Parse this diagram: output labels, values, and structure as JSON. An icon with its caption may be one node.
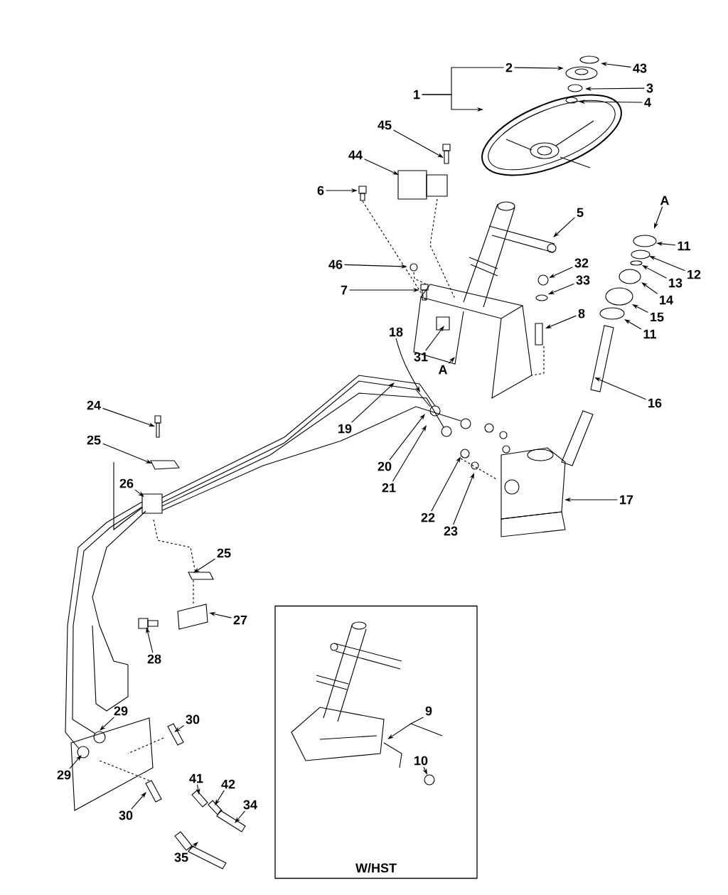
{
  "diagram": {
    "nodes": [
      {
        "text": [
          "1"
        ]
      },
      {
        "text": [
          "2"
        ]
      },
      {
        "text": [
          "43"
        ]
      },
      {
        "text": [
          "3"
        ]
      },
      {
        "text": [
          "4"
        ]
      },
      {
        "text": [
          "45"
        ]
      },
      {
        "text": [
          "44"
        ]
      },
      {
        "text": [
          "6"
        ]
      },
      {
        "text": [
          "5"
        ]
      },
      {
        "text": [
          "A"
        ]
      },
      {
        "text": [
          "11"
        ]
      },
      {
        "text": [
          "12"
        ]
      },
      {
        "text": [
          "13"
        ]
      },
      {
        "text": [
          "14"
        ]
      },
      {
        "text": [
          "15"
        ]
      },
      {
        "text": [
          "11"
        ]
      },
      {
        "text": [
          "46"
        ]
      },
      {
        "text": [
          "32"
        ]
      },
      {
        "text": [
          "33"
        ]
      },
      {
        "text": [
          "7"
        ]
      },
      {
        "text": [
          "8"
        ]
      },
      {
        "text": [
          "31"
        ]
      },
      {
        "text": [
          "18"
        ]
      },
      {
        "text": [
          "A"
        ]
      },
      {
        "text": [
          "16"
        ]
      },
      {
        "text": [
          "24"
        ]
      },
      {
        "text": [
          "19"
        ]
      },
      {
        "text": [
          "25"
        ]
      },
      {
        "text": [
          "20"
        ]
      },
      {
        "text": [
          "21"
        ]
      },
      {
        "text": [
          "26"
        ]
      },
      {
        "text": [
          "22"
        ]
      },
      {
        "text": [
          "23"
        ]
      },
      {
        "text": [
          "17"
        ]
      },
      {
        "text": [
          "25"
        ]
      },
      {
        "text": [
          "27"
        ]
      },
      {
        "text": [
          "28"
        ]
      },
      {
        "text": [
          "29"
        ]
      },
      {
        "text": [
          "29"
        ]
      },
      {
        "text": [
          "30"
        ]
      },
      {
        "text": [
          "30"
        ]
      },
      {
        "text": [
          "41"
        ]
      },
      {
        "text": [
          "42"
        ]
      },
      {
        "text": [
          "34"
        ]
      },
      {
        "text": [
          "35"
        ]
      },
      {
        "text": [
          "W/HST"
        ]
      },
      {
        "text": [
          "9"
        ],
        "in": 45
      },
      {
        "text": [
          "10"
        ],
        "in": 45
      }
    ],
    "edges": [
      {
        "from": 0,
        "to": null,
        "arrow": "to"
      },
      {
        "from": 1,
        "to": null,
        "arrow": "to"
      },
      {
        "from": 2,
        "to": null,
        "arrow": "to"
      },
      {
        "from": 3,
        "to": null,
        "arrow": "to"
      },
      {
        "from": 4,
        "to": null,
        "arrow": "to"
      },
      {
        "from": 5,
        "to": null,
        "arrow": "to"
      },
      {
        "from": 6,
        "to": null,
        "arrow": "to"
      },
      {
        "from": 7,
        "to": null,
        "arrow": "to"
      },
      {
        "from": 8,
        "to": null,
        "arrow": "to"
      },
      {
        "from": 9,
        "to": null,
        "arrow": "to"
      },
      {
        "from": 10,
        "to": null,
        "arrow": "to"
      },
      {
        "from": 11,
        "to": null,
        "arrow": "to"
      },
      {
        "from": 12,
        "to": null,
        "arrow": "to"
      },
      {
        "from": 13,
        "to": null,
        "arrow": "to"
      },
      {
        "from": 14,
        "to": null,
        "arrow": "to"
      },
      {
        "from": 15,
        "to": null,
        "arrow": "to"
      },
      {
        "from": 16,
        "to": null,
        "arrow": "to"
      },
      {
        "from": 17,
        "to": null,
        "arrow": "to"
      },
      {
        "from": 18,
        "to": null,
        "arrow": "to"
      },
      {
        "from": 19,
        "to": null,
        "arrow": "to"
      },
      {
        "from": 20,
        "to": null,
        "arrow": "to"
      },
      {
        "from": 21,
        "to": null,
        "arrow": "to"
      },
      {
        "from": 22,
        "to": null,
        "arrow": "to"
      },
      {
        "from": 23,
        "to": null,
        "arrow": "to"
      },
      {
        "from": 24,
        "to": null,
        "arrow": "to"
      },
      {
        "from": 25,
        "to": null,
        "arrow": "to"
      },
      {
        "from": 26,
        "to": null,
        "arrow": "to"
      },
      {
        "from": 27,
        "to": null,
        "arrow": "to"
      },
      {
        "from": 28,
        "to": null,
        "arrow": "to"
      },
      {
        "from": 29,
        "to": null,
        "arrow": "to"
      },
      {
        "from": 30,
        "to": null,
        "arrow": "to"
      },
      {
        "from": 31,
        "to": null,
        "arrow": "to"
      },
      {
        "from": 32,
        "to": null,
        "arrow": "to"
      },
      {
        "from": 33,
        "to": null,
        "arrow": "to"
      },
      {
        "from": 34,
        "to": null,
        "arrow": "to"
      },
      {
        "from": 35,
        "to": null,
        "arrow": "to"
      },
      {
        "from": 36,
        "to": null,
        "arrow": "to"
      },
      {
        "from": 37,
        "to": null,
        "arrow": "to"
      },
      {
        "from": 38,
        "to": null,
        "arrow": "to"
      },
      {
        "from": 39,
        "to": null,
        "arrow": "to"
      },
      {
        "from": 40,
        "to": null,
        "arrow": "to"
      },
      {
        "from": 41,
        "to": null,
        "arrow": "to"
      },
      {
        "from": 42,
        "to": null,
        "arrow": "to"
      },
      {
        "from": 43,
        "to": null,
        "arrow": "to"
      },
      {
        "from": 44,
        "to": null,
        "arrow": "to"
      },
      {
        "from": 46,
        "to": null,
        "arrow": "to"
      },
      {
        "from": 47,
        "to": null,
        "arrow": "to"
      },
      {
        "from": 0,
        "to": 1,
        "arrow": "none"
      }
    ]
  }
}
